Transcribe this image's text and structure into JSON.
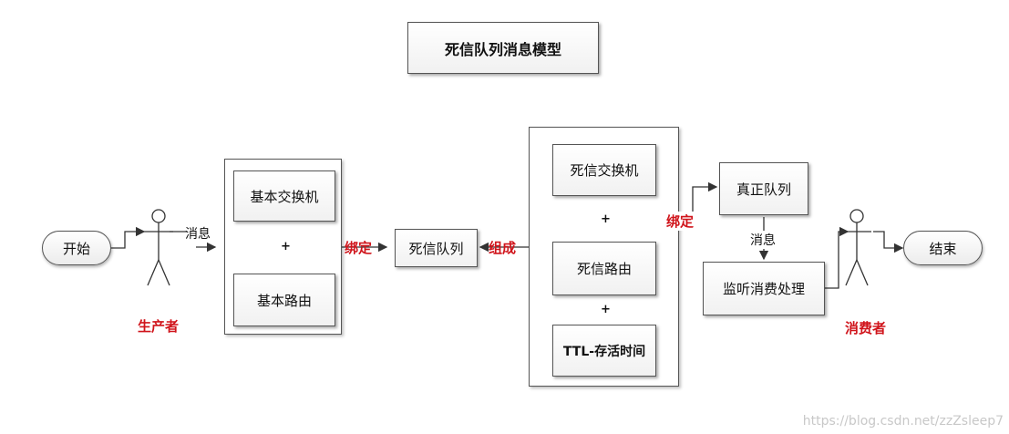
{
  "title": "死信队列消息模型",
  "start": "开始",
  "end": "结束",
  "producer": "生产者",
  "consumer": "消费者",
  "msg_label_left": "消息",
  "msg_label_right": "消息",
  "basic_exchange": "基本交换机",
  "basic_routing": "基本路由",
  "bind_left": "绑定",
  "dead_queue": "死信队列",
  "compose": "组成",
  "dead_exchange": "死信交换机",
  "dead_routing": "死信路由",
  "ttl": "TTL-存活时间",
  "bind_right": "绑定",
  "real_queue": "真正队列",
  "listener": "监听消费处理",
  "plus": "+",
  "watermark": "https://blog.csdn.net/zzZsleep7",
  "colors": {
    "red_label": "#d0141b",
    "border": "#555555"
  }
}
